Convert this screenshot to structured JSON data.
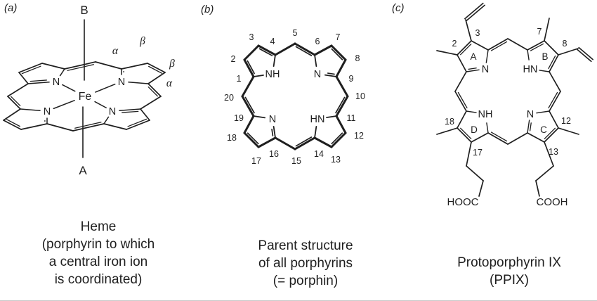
{
  "colors": {
    "ink": "#1f1f1f",
    "background": "#ffffff"
  },
  "panels": [
    {
      "tag": "(a)",
      "caption": "Heme\n(porphyrin to which\na central iron ion\nis coordinated)",
      "labels": {
        "axial_top": "B",
        "axial_bottom": "A",
        "metal": "Fe",
        "nitrogen": "N",
        "alpha": "α",
        "beta": "β"
      }
    },
    {
      "tag": "(b)",
      "caption": "Parent structure\nof all porphyrins\n(= porphin)",
      "nitrogens": {
        "top_left": "NH",
        "top_right": "N",
        "bottom_left": "N",
        "bottom_right": "HN"
      },
      "numbers": [
        "1",
        "2",
        "3",
        "4",
        "5",
        "6",
        "7",
        "8",
        "9",
        "10",
        "11",
        "12",
        "13",
        "14",
        "15",
        "16",
        "17",
        "18",
        "19",
        "20"
      ]
    },
    {
      "tag": "(c)",
      "caption": "Protoporphyrin IX\n(PPIX)",
      "ring_letters": {
        "a": "A",
        "b": "B",
        "c": "C",
        "d": "D"
      },
      "nitrogens": {
        "ring_a": "N",
        "ring_b": "HN",
        "ring_c": "N",
        "ring_d": "NH"
      },
      "position_numbers": {
        "p2": "2",
        "p3": "3",
        "p7": "7",
        "p8": "8",
        "p12": "12",
        "p13": "13",
        "p17": "17",
        "p18": "18"
      },
      "acids": {
        "left": "HOOC",
        "right": "COOH"
      }
    }
  ]
}
